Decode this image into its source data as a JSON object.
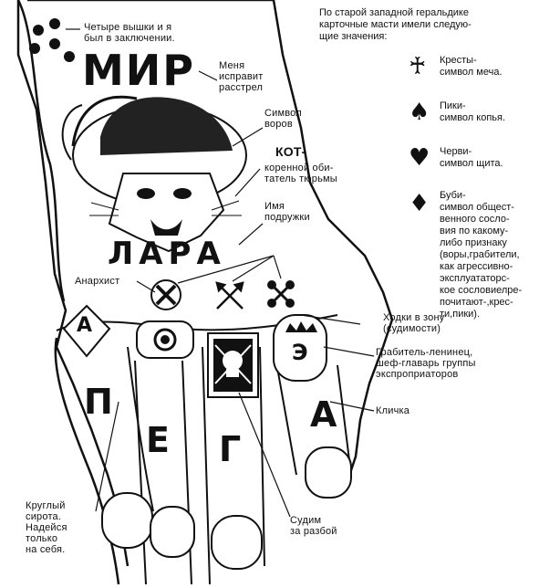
{
  "hand": {
    "word_top": "МИР",
    "word_middle": "ЛАРА",
    "ring_letter": "А",
    "finger_letters": [
      "П",
      "Е",
      "Г",
      "А"
    ],
    "ring_crown_letter": "Э"
  },
  "labels": {
    "stars": "Четыре вышки и я\nбыл в заключении.",
    "mir": "Меня\nисправит\nрасстрел",
    "vory": "Символ\nворов",
    "kot_title": "КОТ-",
    "kot_text": "коренной оби-\nтатель тюрьмы",
    "imya": "Имя\nподружки",
    "anarchist": "Анархист",
    "khodki": "Ходки в зону\n(судимости)",
    "grabitel": "Грабитель-ленинец,\nшеф-главарь группы\nэкспроприаторов",
    "klichka": "Кличка",
    "sirota": "Круглый\nсирота.\nНадейся\nтолько\nна себя.",
    "sudim": "Судим\nза разбой"
  },
  "legend": {
    "intro": "По старой западной геральдике\nкарточные масти имели следую-\nщие значения:",
    "suits": [
      {
        "icon": "♰",
        "icon_name": "cross-icon",
        "text": "Кресты-\nсимвол меча."
      },
      {
        "icon": "♠",
        "icon_name": "spade-icon",
        "text": "Пики-\nсимвол копья."
      },
      {
        "icon": "♥",
        "icon_name": "heart-icon",
        "text": "Черви-\nсимвол щита."
      },
      {
        "icon": "♦",
        "icon_name": "diamond-icon",
        "text": "Буби-\nсимвол общест-\nвенного сосло-\nвия по какому-\nлибо признаку\n(воры,грабители,\nкак агрессивно-\nэксплуататорс-\nкое сословиелре-\nпочитают-,крес-\nти,пики)."
      }
    ]
  }
}
